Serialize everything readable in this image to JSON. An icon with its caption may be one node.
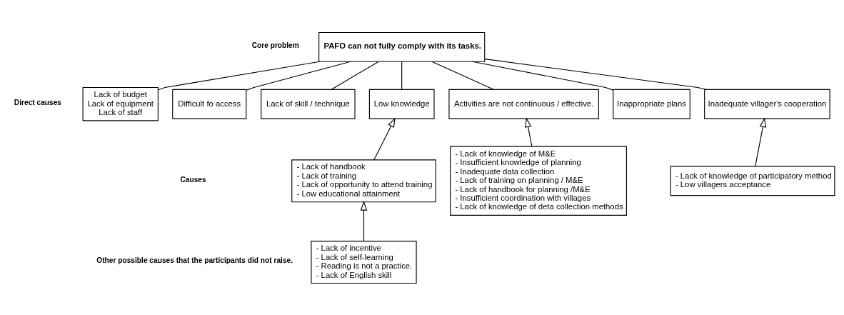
{
  "diagram": {
    "nodes": [
      {
        "text": [
          "PAFO can not fully comply with its tasks."
        ],
        "beside": [
          "Core problem"
        ]
      },
      {
        "text": [
          "Lack of budget",
          "Lack of equipment",
          "Lack of staff"
        ]
      },
      {
        "text": [
          "Difficult fo access"
        ]
      },
      {
        "text": [
          "Lack of skill / technique"
        ]
      },
      {
        "text": [
          "Low knowledge"
        ]
      },
      {
        "text": [
          "Activities are not continuous / effective."
        ]
      },
      {
        "text": [
          "Inappropriate plans"
        ]
      },
      {
        "text": [
          "Inadequate villager's cooperation"
        ]
      },
      {
        "text": [
          "- Lack of handbook",
          "- Lack of training",
          "- Lack of opportunity to attend training",
          "- Low educational attainment"
        ]
      },
      {
        "text": [
          "- Lack of knowledge of M&E",
          "- Insufficient knowledge of planning",
          "- Inadequate data collection",
          "- Lack of training on planning / M&E",
          "- Lack of handbook for planning /M&E",
          "- Insufficient coordination with villages",
          "- Lack of knowledge of deta collection methods"
        ]
      },
      {
        "text": [
          "- Lack of knowledge of participatory method",
          "- Low villagers acceptance"
        ]
      },
      {
        "text": [
          "- Lack of incentive",
          "- Lack of self-learning",
          "- Reading is not a practice.",
          "- Lack of English skill"
        ]
      }
    ],
    "edges": [
      {
        "from": 0,
        "to": 1,
        "arrow": "none"
      },
      {
        "from": 0,
        "to": 2,
        "arrow": "none"
      },
      {
        "from": 0,
        "to": 3,
        "arrow": "none"
      },
      {
        "from": 0,
        "to": 4,
        "arrow": "none"
      },
      {
        "from": 0,
        "to": 5,
        "arrow": "none"
      },
      {
        "from": 0,
        "to": 6,
        "arrow": "none"
      },
      {
        "from": 0,
        "to": 7,
        "arrow": "none"
      },
      {
        "from": 8,
        "to": 4,
        "arrow": "to"
      },
      {
        "from": 9,
        "to": 5,
        "arrow": "to"
      },
      {
        "from": 10,
        "to": 7,
        "arrow": "to"
      },
      {
        "from": 11,
        "to": 8,
        "arrow": "to"
      }
    ],
    "labels": [
      "Direct causes",
      "Causes",
      "Other possible causes that the participants did not raise."
    ]
  }
}
